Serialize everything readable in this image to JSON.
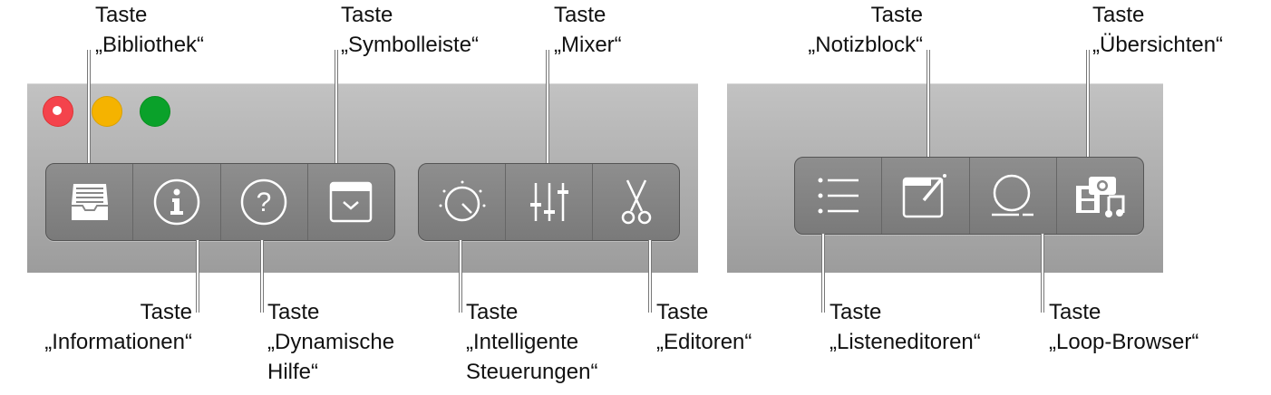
{
  "callouts": {
    "bibliothek": [
      "Taste",
      "„Bibliothek“"
    ],
    "symbolleiste": [
      "Taste",
      "„Symbolleiste“"
    ],
    "mixer": [
      "Taste",
      "„Mixer“"
    ],
    "notizblock": [
      "Taste",
      "„Notizblock“"
    ],
    "uebersichten": [
      "Taste",
      "„Übersichten“"
    ],
    "informationen": [
      "Taste",
      "„Informationen“"
    ],
    "dynamische_hilfe": [
      "Taste",
      "„Dynamische",
      "Hilfe“"
    ],
    "intelligente_steuerungen": [
      "Taste",
      "„Intelligente",
      "Steuerungen“"
    ],
    "editoren": [
      "Taste",
      "„Editoren“"
    ],
    "listeneditoren": [
      "Taste",
      "„Listeneditoren“"
    ],
    "loop_browser": [
      "Taste",
      "„Loop-Browser“"
    ]
  },
  "colors": {
    "close": "#f4434c",
    "minimize": "#f5b300",
    "zoom": "#0aa12a"
  },
  "icons": [
    "library-icon",
    "info-icon",
    "help-icon",
    "toolbar-icon",
    "smart-controls-icon",
    "mixer-icon",
    "editors-icon",
    "list-editors-icon",
    "notepad-icon",
    "loop-browser-icon",
    "browsers-icon"
  ]
}
